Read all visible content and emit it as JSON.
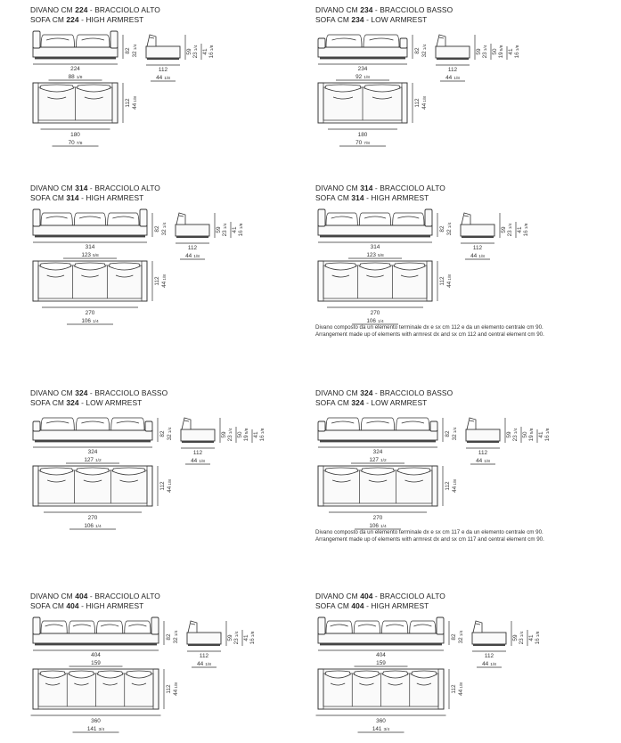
{
  "items": [
    {
      "it_prefix": "DIVANO CM",
      "size": "224",
      "it_suffix": "- BRACCIOLO ALTO",
      "en_prefix": "SOFA CM",
      "en_suffix": "- HIGH ARMREST",
      "front_w": "224",
      "front_w_in": "88",
      "front_w_in_frac": "1/8",
      "front_h": "82",
      "front_h_in": "32",
      "front_h_in_frac": "1/4",
      "side_d": "112",
      "side_d_in": "44",
      "side_d_in_frac": "1/8",
      "side_h1": "59",
      "side_h1_in": "23",
      "side_h1_in_frac": "1/4",
      "side_h2": "41",
      "side_h2_in": "16",
      "side_h2_in_frac": "1/8",
      "seat_w": "180",
      "seat_w_in": "70",
      "seat_w_in_frac": "7/8",
      "seat_d": "112",
      "seat_d_in": "44",
      "seat_d_in_frac": "1/8",
      "note_it": "",
      "note_en": ""
    },
    {
      "it_prefix": "DIVANO CM",
      "size": "234",
      "it_suffix": "- BRACCIOLO BASSO",
      "en_prefix": "SOFA CM",
      "en_suffix": "- LOW ARMREST",
      "front_w": "234",
      "front_w_in": "92",
      "front_w_in_frac": "1/8",
      "front_h": "82",
      "front_h_in": "32",
      "front_h_in_frac": "1/4",
      "side_d": "112",
      "side_d_in": "44",
      "side_d_in_frac": "1/8",
      "side_h1": "59",
      "side_h1_in": "23",
      "side_h1_in_frac": "1/4",
      "side_h2": "41",
      "side_h2_in": "16",
      "side_h2_in_frac": "1/8",
      "side_h3": "50",
      "side_h3_in": "19",
      "side_h3_in_frac": "5/8",
      "seat_w": "180",
      "seat_w_in": "70",
      "seat_w_in_frac": "7/8",
      "seat_d": "112",
      "seat_d_in": "44",
      "seat_d_in_frac": "1/8",
      "note_it": "",
      "note_en": ""
    },
    {
      "it_prefix": "DIVANO CM",
      "size": "314",
      "it_suffix": "- BRACCIOLO ALTO",
      "en_prefix": "SOFA CM",
      "en_suffix": "- HIGH ARMREST",
      "front_w": "314",
      "front_w_in": "123",
      "front_w_in_frac": "5/8",
      "front_h": "82",
      "front_h_in": "32",
      "front_h_in_frac": "1/4",
      "side_d": "112",
      "side_d_in": "44",
      "side_d_in_frac": "1/8",
      "side_h1": "59",
      "side_h1_in": "23",
      "side_h1_in_frac": "1/4",
      "side_h2": "41",
      "side_h2_in": "16",
      "side_h2_in_frac": "1/8",
      "seat_w": "270",
      "seat_w_in": "106",
      "seat_w_in_frac": "1/4",
      "seat_d": "112",
      "seat_d_in": "44",
      "seat_d_in_frac": "1/8",
      "note_it": "",
      "note_en": ""
    },
    {
      "it_prefix": "DIVANO CM",
      "size": "314",
      "it_suffix": "- BRACCIOLO ALTO",
      "en_prefix": "SOFA CM",
      "en_suffix": "- HIGH ARMREST",
      "front_w": "314",
      "front_w_in": "123",
      "front_w_in_frac": "5/8",
      "front_h": "82",
      "front_h_in": "32",
      "front_h_in_frac": "1/4",
      "side_d": "112",
      "side_d_in": "44",
      "side_d_in_frac": "1/8",
      "side_h1": "59",
      "side_h1_in": "23",
      "side_h1_in_frac": "1/4",
      "side_h2": "41",
      "side_h2_in": "16",
      "side_h2_in_frac": "1/8",
      "seat_w": "270",
      "seat_w_in": "106",
      "seat_w_in_frac": "1/4",
      "seat_d": "112",
      "seat_d_in": "44",
      "seat_d_in_frac": "1/8",
      "note_it": "Divano composto da un elemento terminale dx e sx cm 112 e da un elemento centrale cm 90.",
      "note_en": "Arrangement made up of elements with armrest dx and sx cm 112 and central element cm 90."
    },
    {
      "it_prefix": "DIVANO CM",
      "size": "324",
      "it_suffix": "- BRACCIOLO BASSO",
      "en_prefix": "SOFA CM",
      "en_suffix": "- LOW ARMREST",
      "front_w": "324",
      "front_w_in": "127",
      "front_w_in_frac": "1/2",
      "front_h": "82",
      "front_h_in": "32",
      "front_h_in_frac": "1/4",
      "side_d": "112",
      "side_d_in": "44",
      "side_d_in_frac": "1/8",
      "side_h1": "59",
      "side_h1_in": "23",
      "side_h1_in_frac": "1/4",
      "side_h2": "41",
      "side_h2_in": "16",
      "side_h2_in_frac": "1/8",
      "side_h3": "50",
      "side_h3_in": "19",
      "side_h3_in_frac": "5/8",
      "seat_w": "270",
      "seat_w_in": "106",
      "seat_w_in_frac": "1/4",
      "seat_d": "112",
      "seat_d_in": "44",
      "seat_d_in_frac": "1/8",
      "note_it": "",
      "note_en": ""
    },
    {
      "it_prefix": "DIVANO CM",
      "size": "324",
      "it_suffix": "- BRACCIOLO BASSO",
      "en_prefix": "SOFA CM",
      "en_suffix": "- LOW ARMREST",
      "front_w": "324",
      "front_w_in": "127",
      "front_w_in_frac": "1/2",
      "front_h": "82",
      "front_h_in": "32",
      "front_h_in_frac": "1/4",
      "side_d": "112",
      "side_d_in": "44",
      "side_d_in_frac": "1/8",
      "side_h1": "59",
      "side_h1_in": "23",
      "side_h1_in_frac": "1/4",
      "side_h2": "41",
      "side_h2_in": "16",
      "side_h2_in_frac": "1/8",
      "side_h3": "50",
      "side_h3_in": "19",
      "side_h3_in_frac": "5/8",
      "seat_w": "270",
      "seat_w_in": "106",
      "seat_w_in_frac": "1/4",
      "seat_d": "112",
      "seat_d_in": "44",
      "seat_d_in_frac": "1/8",
      "note_it": "Divano composto da un elemento terminale dx e sx cm 117 e da un elemento centrale cm 90.",
      "note_en": "Arrangement made up of elements with armrest dx and sx cm 117 and central element cm 90."
    },
    {
      "it_prefix": "DIVANO CM",
      "size": "404",
      "it_suffix": "- BRACCIOLO ALTO",
      "en_prefix": "SOFA CM",
      "en_suffix": "- HIGH ARMREST",
      "front_w": "404",
      "front_w_in": "159",
      "front_w_in_frac": "",
      "front_h": "82",
      "front_h_in": "32",
      "front_h_in_frac": "1/4",
      "side_d": "112",
      "side_d_in": "44",
      "side_d_in_frac": "1/8",
      "side_h1": "59",
      "side_h1_in": "23",
      "side_h1_in_frac": "1/4",
      "side_h2": "41",
      "side_h2_in": "16",
      "side_h2_in_frac": "1/8",
      "seat_w": "360",
      "seat_w_in": "141",
      "seat_w_in_frac": "3/4",
      "seat_d": "112",
      "seat_d_in": "44",
      "seat_d_in_frac": "1/8",
      "note_it": "",
      "note_en": ""
    },
    {
      "it_prefix": "DIVANO CM",
      "size": "404",
      "it_suffix": "- BRACCIOLO ALTO",
      "en_prefix": "SOFA CM",
      "en_suffix": "- HIGH ARMREST",
      "front_w": "404",
      "front_w_in": "159",
      "front_w_in_frac": "",
      "front_h": "82",
      "front_h_in": "32",
      "front_h_in_frac": "1/4",
      "side_d": "112",
      "side_d_in": "44",
      "side_d_in_frac": "1/8",
      "side_h1": "59",
      "side_h1_in": "23",
      "side_h1_in_frac": "1/4",
      "side_h2": "41",
      "side_h2_in": "16",
      "side_h2_in_frac": "1/8",
      "seat_w": "360",
      "seat_w_in": "141",
      "seat_w_in_frac": "3/4",
      "seat_d": "112",
      "seat_d_in": "44",
      "seat_d_in_frac": "1/8",
      "note_it": "",
      "note_en": ""
    }
  ]
}
